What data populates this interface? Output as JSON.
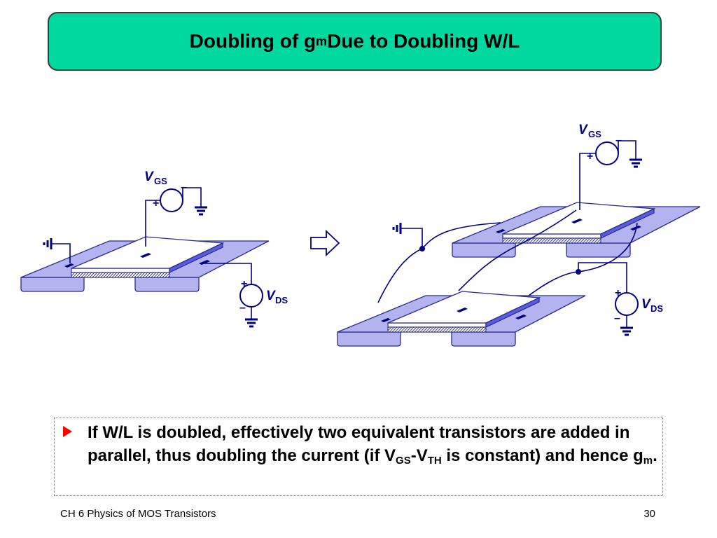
{
  "title": {
    "prefix": "Doubling of g",
    "sub": "m",
    "suffix": " Due to Doubling W/L"
  },
  "labels": {
    "v": "V",
    "gs": "GS",
    "ds": "DS",
    "plus": "+",
    "minus": "–"
  },
  "bullet": {
    "part1": "If W/L is doubled, effectively two equivalent transistors are added in parallel, thus doubling the current (if V",
    "sub1": "GS",
    "part2": "-V",
    "sub2": "TH",
    "part3": " is constant) and hence g",
    "sub3": "m",
    "part4": "."
  },
  "footer": {
    "left": "CH 6  Physics of MOS Transistors",
    "page": "30"
  },
  "colors": {
    "title_bg": "#00d8a0",
    "wire": "#000080",
    "substrate_fill": "#b3b3f0",
    "substrate_stroke": "#2a2a8a",
    "gate_side": "#5b5be0",
    "bullet_arrow": "#ff0000"
  }
}
